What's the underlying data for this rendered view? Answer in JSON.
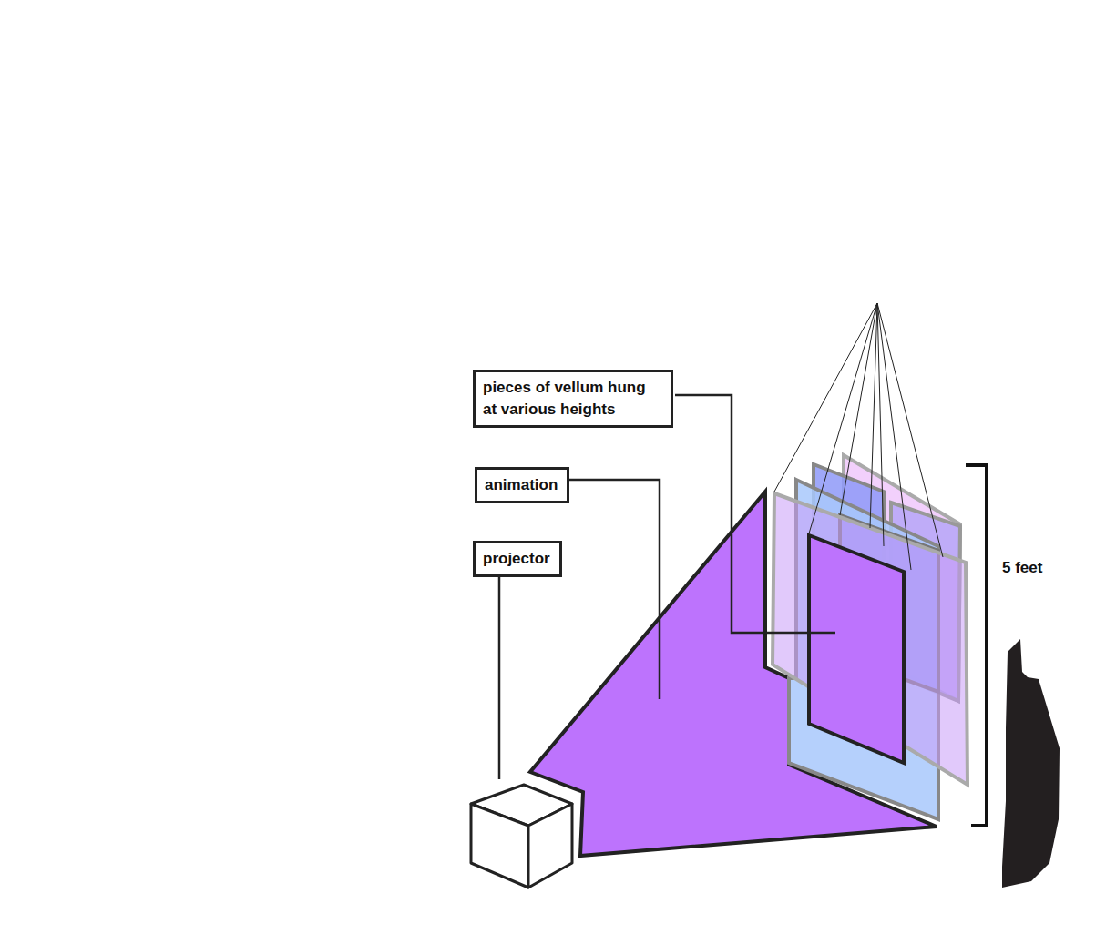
{
  "diagram": {
    "nodes": [
      {
        "text": [
          "pieces of vellum hung at various heights"
        ]
      },
      {
        "text": [
          "animation"
        ]
      },
      {
        "text": [
          "projector"
        ]
      }
    ],
    "labels": [
      "5 feet"
    ]
  }
}
